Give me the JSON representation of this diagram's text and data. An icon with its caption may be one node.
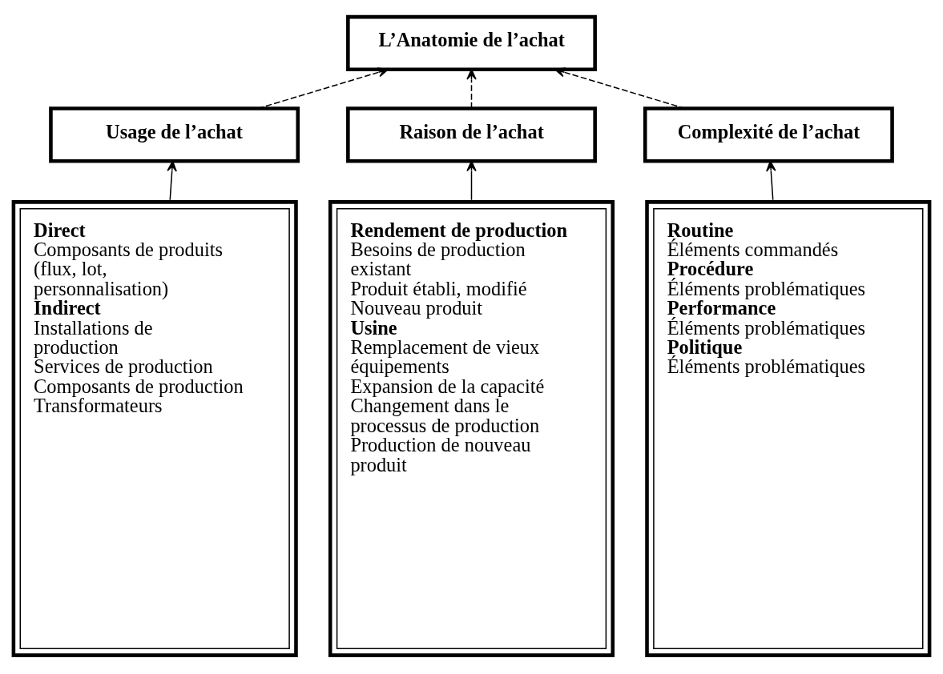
{
  "diagram": {
    "nodes": [
      {
        "text": [
          "L’Anatomie de l’achat"
        ]
      },
      {
        "text": [
          "Usage de l’achat"
        ]
      },
      {
        "text": [
          "Raison de l’achat"
        ]
      },
      {
        "text": [
          "Complexité de l’achat"
        ]
      },
      {
        "text": [
          "Direct",
          "Composants de produits (flux, lot, personnalisation)",
          "Indirect",
          "Installations de production",
          "Services de production",
          "Composants de production",
          "Transformateurs"
        ]
      },
      {
        "text": [
          "Rendement de production",
          "Besoins de production existant",
          "Produit établi, modifié",
          "Nouveau produit",
          "Usine",
          "Remplacement de vieux équipements",
          "Expansion de la capacité",
          "Changement dans le processus de production",
          "Production de nouveau produit"
        ]
      },
      {
        "text": [
          "Routine",
          "Éléments commandés",
          "Procédure",
          "Éléments problématiques",
          "Performance",
          "Éléments problématiques",
          "Politique",
          "Éléments problématiques"
        ]
      }
    ],
    "edges": [
      {
        "from": 1,
        "to": 0,
        "arrow": "to",
        "style": "dashed"
      },
      {
        "from": 2,
        "to": 0,
        "arrow": "to",
        "style": "dashed"
      },
      {
        "from": 3,
        "to": 0,
        "arrow": "to",
        "style": "dashed"
      },
      {
        "from": 4,
        "to": 1,
        "arrow": "to"
      },
      {
        "from": 5,
        "to": 2,
        "arrow": "to"
      },
      {
        "from": 6,
        "to": 3,
        "arrow": "to"
      }
    ]
  }
}
